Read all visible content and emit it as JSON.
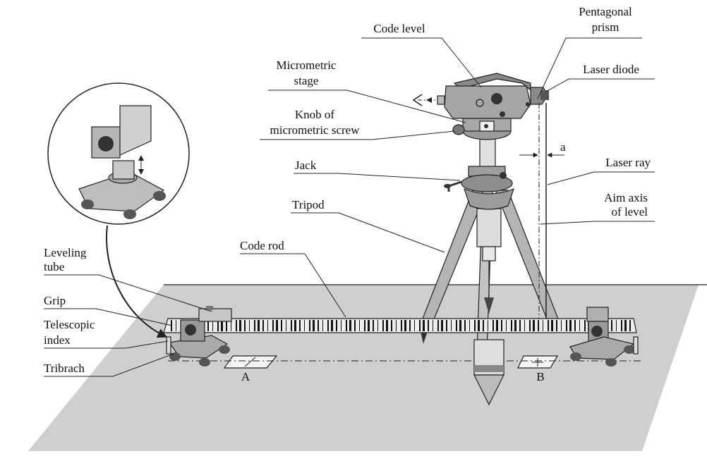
{
  "labels": {
    "code_level": "Code level",
    "pentagonal_prism_1": "Pentagonal",
    "pentagonal_prism_2": "prism",
    "laser_diode": "Laser diode",
    "micrometric_stage_1": "Micrometric",
    "micrometric_stage_2": "stage",
    "knob_1": "Knob of",
    "knob_2": "micrometric screw",
    "a_dim": "a",
    "jack": "Jack",
    "laser_ray": "Laser ray",
    "aim_axis_1": "Aim axis",
    "aim_axis_2": "of level",
    "tripod": "Tripod",
    "code_rod": "Code rod",
    "leveling_tube_1": "Leveling",
    "leveling_tube_2": "tube",
    "grip": "Grip",
    "telescopic_index_1": "Telescopic",
    "telescopic_index_2": "index",
    "tribrach": "Tribrach",
    "point_a": "A",
    "point_b": "B"
  }
}
